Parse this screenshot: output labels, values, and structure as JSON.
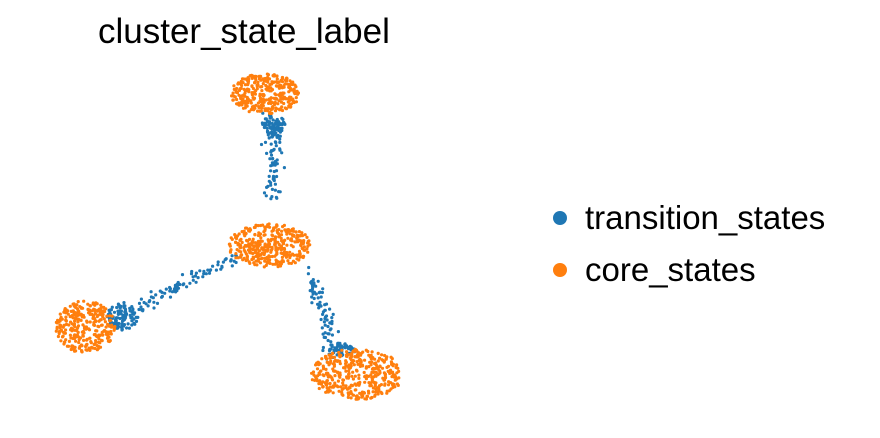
{
  "chart_data": {
    "type": "scatter",
    "title": "cluster_state_label",
    "xlabel": "",
    "ylabel": "",
    "axes_visible": false,
    "grid": false,
    "legend_position": "right",
    "xlim": [
      0,
      100
    ],
    "ylim": [
      0,
      100
    ],
    "series": [
      {
        "name": "transition_states",
        "color": "#1f77b4",
        "regions": [
          {
            "kind": "segment",
            "from": [
              52,
              87
            ],
            "to": [
              52,
              62
            ],
            "count": 90,
            "spread": 0.9
          },
          {
            "kind": "ellipse",
            "center": [
              52,
              84
            ],
            "radius": [
              2.6,
              3.0
            ],
            "count": 60
          },
          {
            "kind": "segment",
            "from": [
              44,
              45
            ],
            "to": [
              16,
              25
            ],
            "count": 110,
            "spread": 0.8
          },
          {
            "kind": "ellipse",
            "center": [
              19,
              27
            ],
            "radius": [
              3.4,
              4.2
            ],
            "count": 90
          },
          {
            "kind": "segment",
            "from": [
              60,
              40
            ],
            "to": [
              65,
              16
            ],
            "count": 80,
            "spread": 0.9
          },
          {
            "kind": "ellipse",
            "center": [
              66,
              17
            ],
            "radius": [
              3.6,
              2.2
            ],
            "count": 60
          }
        ]
      },
      {
        "name": "core_states",
        "color": "#ff7f0e",
        "regions": [
          {
            "kind": "ellipse",
            "center": [
              50,
              93
            ],
            "radius": [
              7.5,
              6.0
            ],
            "count": 330
          },
          {
            "kind": "ellipse",
            "center": [
              51,
              48
            ],
            "radius": [
              9.0,
              6.5
            ],
            "count": 380
          },
          {
            "kind": "ellipse",
            "center": [
              11,
              24
            ],
            "radius": [
              6.5,
              7.8
            ],
            "count": 300
          },
          {
            "kind": "ellipse",
            "center": [
              70,
              10
            ],
            "radius": [
              10.0,
              7.5
            ],
            "count": 400
          }
        ]
      }
    ]
  },
  "colors": {
    "transition_states": "#1f77b4",
    "core_states": "#ff7f0e"
  }
}
